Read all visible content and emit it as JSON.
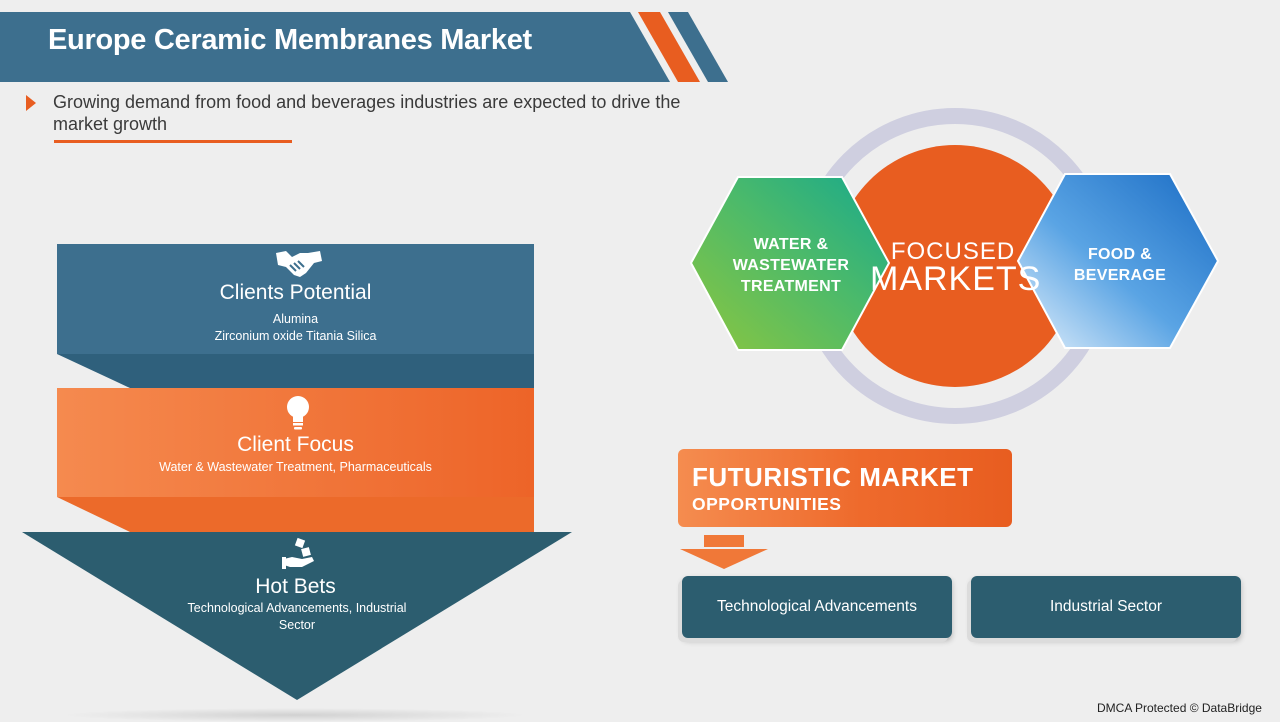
{
  "header": {
    "title": "Europe Ceramic Membranes Market",
    "subtitle": "Growing demand from food and beverages industries are expected to drive the market growth",
    "colors": {
      "banner": "#3d6f8e",
      "accent": "#e85d20"
    }
  },
  "funnel": {
    "clients_potential": {
      "icon": "handshake-icon",
      "title": "Clients Potential",
      "line1": "Alumina",
      "line2": "Zirconium oxide Titania Silica",
      "color": "#3d6f8e"
    },
    "client_focus": {
      "icon": "lightbulb-icon",
      "title": "Client Focus",
      "line1": "Water & Wastewater Treatment, Pharmaceuticals",
      "color": "#f07030"
    },
    "hot_bets": {
      "icon": "dice-hand-icon",
      "title": "Hot Bets",
      "text": "Technological Advancements, Industrial Sector",
      "color": "#2c5d6f"
    }
  },
  "focused_markets": {
    "center_line1": "FOCUSED",
    "center_line2": "MARKETS",
    "left_hex": {
      "line1": "WATER &",
      "line2": "WASTEWATER",
      "line3": "TREATMENT"
    },
    "right_hex": {
      "line1": "FOOD &",
      "line2": "BEVERAGE"
    },
    "colors": {
      "center": "#e85d20",
      "ring": "#cfcfe0",
      "left_hex": "#56bf70",
      "right_hex": "#2a7fd0"
    }
  },
  "opportunities": {
    "title_line1": "FUTURISTIC MARKET",
    "title_line2": "OPPORTUNITIES",
    "items": [
      "Technological Advancements",
      "Industrial Sector"
    ]
  },
  "footer": {
    "dmca": "DMCA Protected © DataBridge"
  }
}
